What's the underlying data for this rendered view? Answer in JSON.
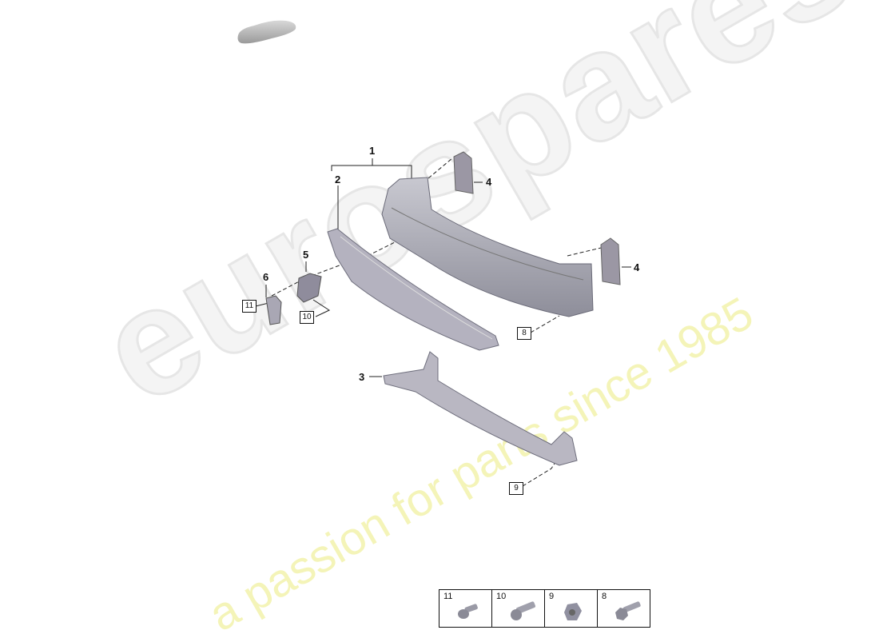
{
  "watermark": {
    "brand": "eurospares",
    "tagline": "a passion for parts since 1985",
    "tagline_color": "#f2f2a0"
  },
  "callouts": {
    "assembly": "1",
    "absorber": "2",
    "lower_bar": "3",
    "cover_left": "4",
    "cover_right": "4",
    "bracket_right": "5",
    "bracket_left": "6"
  },
  "fastener_refs": {
    "ref_11": "11",
    "ref_10": "10",
    "ref_8": "8",
    "ref_9": "9"
  },
  "legend": [
    {
      "number": "11",
      "icon": "torx-screw-icon"
    },
    {
      "number": "10",
      "icon": "socket-bolt-icon"
    },
    {
      "number": "9",
      "icon": "flange-nut-icon"
    },
    {
      "number": "8",
      "icon": "hex-bolt-icon"
    }
  ]
}
